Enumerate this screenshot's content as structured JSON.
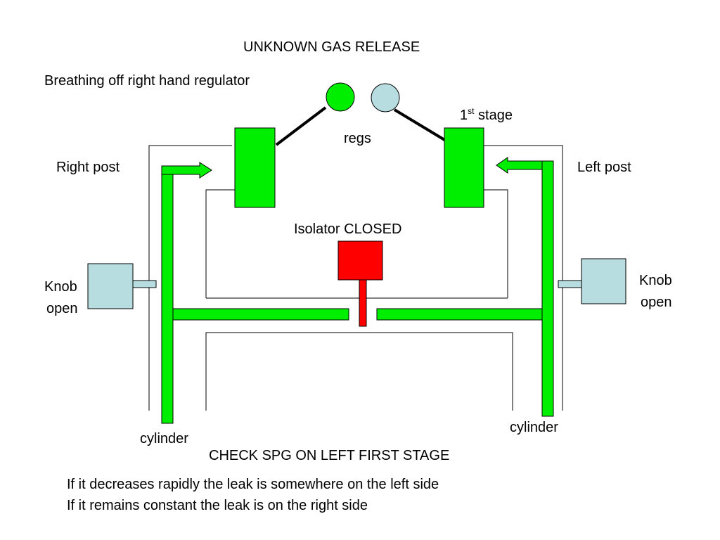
{
  "title": "UNKNOWN GAS RELEASE",
  "subtitle": "Breathing off right hand regulator",
  "labels": {
    "regs": "regs",
    "first_stage_num": "1",
    "first_stage_sup": "st",
    "first_stage_word": "stage",
    "right_post": "Right post",
    "left_post": "Left post",
    "isolator": "Isolator CLOSED",
    "knob_left_line1": "Knob",
    "knob_left_line2": "open",
    "knob_right_line1": "Knob",
    "knob_right_line2": "open",
    "cylinder_left": "cylinder",
    "cylinder_right": "cylinder"
  },
  "check_heading": "CHECK SPG ON LEFT FIRST STAGE",
  "notes": [
    "If it decreases rapidly the leak is somewhere on the left side",
    "If it remains constant the leak is on the right side"
  ],
  "colors": {
    "gas": "#00ee00",
    "isolator": "#ff0000",
    "knob": "#b8dde0",
    "reg_in_use": "#00ee00",
    "reg_spare": "#b8dde0",
    "outline": "#000000"
  }
}
